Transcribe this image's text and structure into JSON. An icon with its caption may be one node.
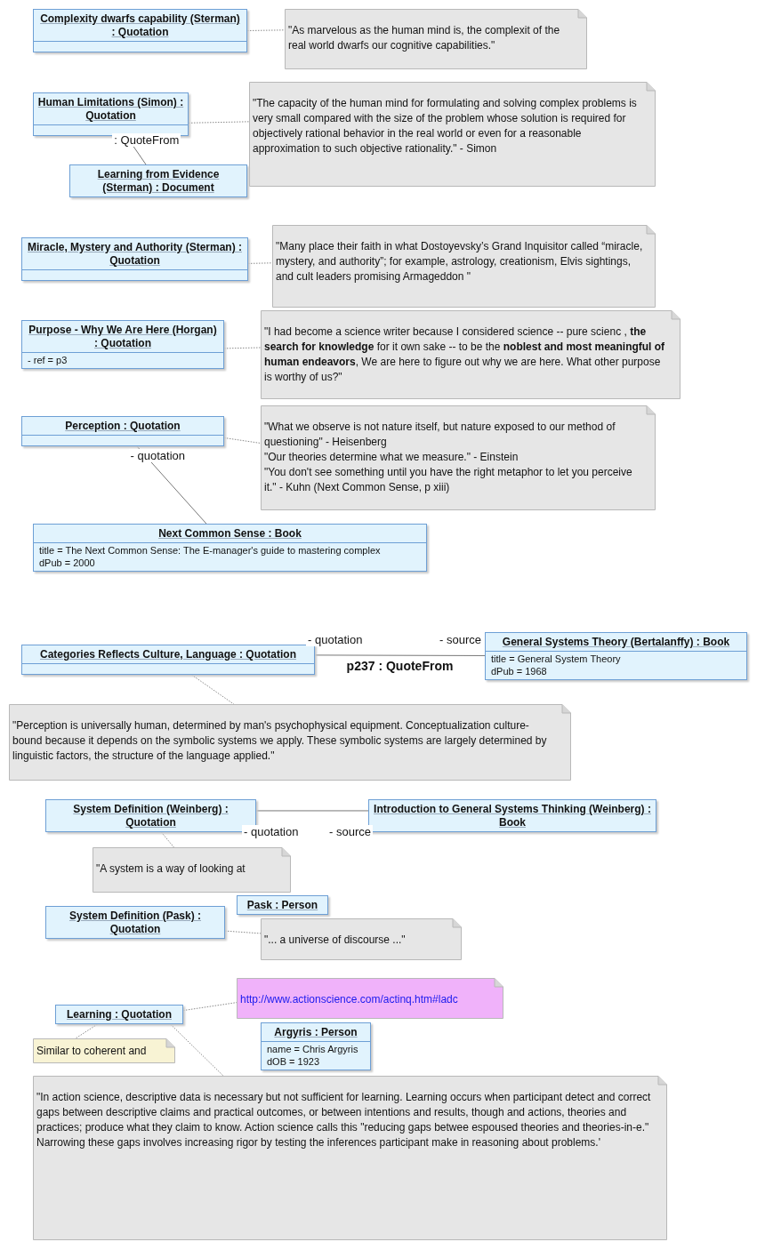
{
  "diagram": {
    "nodes": [
      {
        "text": [
          "Complexity dwarfs capability (Sterman) : Quotation"
        ]
      },
      {
        "text": [
          "\"As marvelous as the human mind is, the complexit of the real world dwarfs our cognitive capabilities.\""
        ]
      },
      {
        "text": [
          "Human Limitations (Simon) : Quotation"
        ]
      },
      {
        "text": [
          "\"The capacity of the human mind for formulating and solving complex problems is very small compared with the size of the problem whose solution is required for objectively rational behavior in the real world or even for a reasonable approximation to such objective rationality.\" - Simon"
        ]
      },
      {
        "text": [
          "Learning from Evidence (Sterman) : Document"
        ]
      },
      {
        "text": [
          "Miracle, Mystery and Authority (Sterman) : Quotation"
        ]
      },
      {
        "text": [
          "\"Many place their faith in what Dostoyevsky’s Grand Inquisitor called “miracle, mystery, and authority”; for example, astrology, creationism, Elvis sightings, and cult leaders promising Armageddon \""
        ]
      },
      {
        "text": [
          "Purpose - Why We Are Here (Horgan) : Quotation",
          "- ref = p3"
        ]
      },
      {
        "text": [
          "\"I had become a science writer because I considered science -- pure scienc , **the search for knowledge** for it own sake -- to be the **noblest and most meaningful of human endeavors**, We are here to figure out why we are here. What other purpose is worthy of us?\""
        ]
      },
      {
        "text": [
          "Perception : Quotation"
        ]
      },
      {
        "text": [
          "\"What we observe is not nature itself, but nature exposed to our method of questioning\" - Heisenberg",
          "\"Our theories determine what we measure.\" - Einstein",
          "\"You don't see something until you have the right metaphor to let you perceive it.\" - Kuhn (Next Common Sense, p xiii)"
        ]
      },
      {
        "text": [
          "Next Common Sense : Book",
          "title = The Next Common Sense: The E-manager's guide to mastering complex",
          "dPub = 2000"
        ]
      },
      {
        "text": [
          "Categories Reflects Culture, Language : Quotation"
        ]
      },
      {
        "text": [
          "General Systems Theory (Bertalanffy) : Book",
          "title = General System Theory",
          "dPub = 1968"
        ]
      },
      {
        "text": [
          "\"Perception is universally human, determined by man's psychophysical equipment. Conceptualization culture-bound because it depends on the symbolic systems we apply. These symbolic systems are largely determined by linguistic factors, the structure of the language applied.\""
        ]
      },
      {
        "text": [
          "System Definition (Weinberg) : Quotation"
        ]
      },
      {
        "text": [
          "Introduction to General Systems Thinking (Weinberg) : Book"
        ]
      },
      {
        "text": [
          "\"A system is a way of looking at"
        ]
      },
      {
        "text": [
          "Pask : Person"
        ]
      },
      {
        "text": [
          "System Definition (Pask) : Quotation"
        ]
      },
      {
        "text": [
          "\"... a universe of discourse ...\""
        ]
      },
      {
        "text": [
          "Learning : Quotation"
        ]
      },
      {
        "text": [
          "http://www.actionscience.com/actinq.htm#ladc"
        ]
      },
      {
        "text": [
          "Argyris : Person",
          "name = Chris Argyris",
          "dOB = 1923"
        ]
      },
      {
        "text": [
          "Similar to coherent and"
        ]
      },
      {
        "text": [
          "\"In action science, descriptive data is necessary but not sufficient for learning. Learning occurs when participant detect and correct gaps between descriptive claims and practical outcomes, or between intentions and results, though and actions, theories and practices; produce what they claim to know. Action science calls this \"reducing gaps betwee espoused theories and theories-in-e.\" Narrowing these gaps involves increasing rigor by testing the inferences participant make in reasoning about problems.'"
        ]
      }
    ],
    "edges": [
      {
        "from": 0,
        "to": 1,
        "arrow": "none",
        "style": "dashed"
      },
      {
        "from": 2,
        "to": 3,
        "arrow": "none",
        "style": "dashed"
      },
      {
        "from": 2,
        "to": 4,
        "arrow": "none",
        "label": ": QuoteFrom"
      },
      {
        "from": 5,
        "to": 6,
        "arrow": "none",
        "style": "dashed"
      },
      {
        "from": 7,
        "to": 8,
        "arrow": "none",
        "style": "dashed"
      },
      {
        "from": 9,
        "to": 10,
        "arrow": "none",
        "style": "dashed"
      },
      {
        "from": 9,
        "to": 11,
        "arrow": "none",
        "label": "- quotation"
      },
      {
        "from": 12,
        "to": 13,
        "arrow": "none",
        "label": "p237 : QuoteFrom"
      },
      {
        "from": 12,
        "to": 14,
        "arrow": "none",
        "style": "dashed"
      },
      {
        "from": 15,
        "to": 16,
        "arrow": "none"
      },
      {
        "from": 15,
        "to": 17,
        "arrow": "none",
        "style": "dashed"
      },
      {
        "from": 19,
        "to": 20,
        "arrow": "none",
        "style": "dashed"
      },
      {
        "from": 21,
        "to": 22,
        "arrow": "none",
        "style": "dashed"
      },
      {
        "from": 21,
        "to": 24,
        "arrow": "none",
        "style": "dashed"
      },
      {
        "from": 21,
        "to": 25,
        "arrow": "none",
        "style": "dashed"
      }
    ],
    "labels": [
      "- quotation",
      "- source",
      "- quotation",
      "- source"
    ]
  }
}
